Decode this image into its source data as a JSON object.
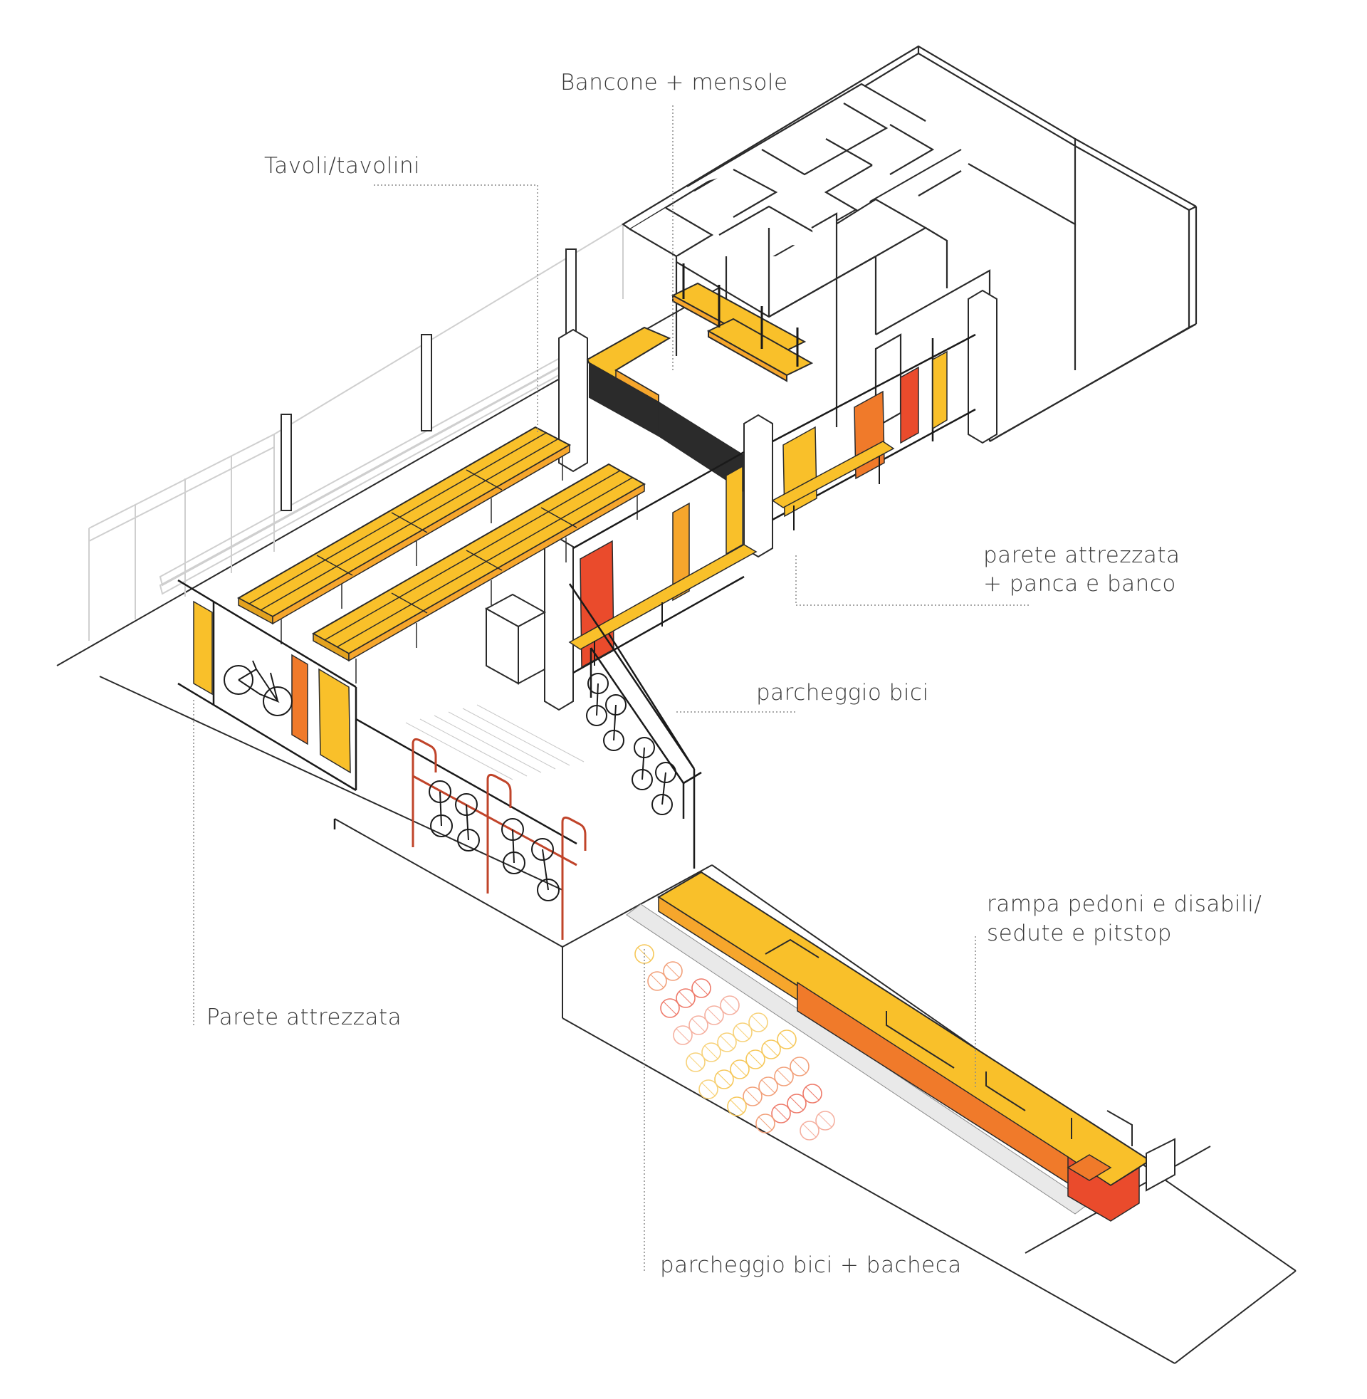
{
  "labels": {
    "bancone": "Bancone + mensole",
    "tavoli": "Tavoli/tavolini",
    "parete_attrezzata_line1": "parete attrezzata",
    "parete_attrezzata_line2": "+ panca e banco",
    "parcheggio_bici": "parcheggio bici",
    "rampa_line1": "rampa pedoni e disabili/",
    "rampa_line2": "sedute e pitstop",
    "parete": "Parete attrezzata",
    "parcheggio_bacheca": "parcheggio bici + bacheca"
  },
  "colors": {
    "yellow": "#f9c02a",
    "amber": "#f6a62c",
    "orange": "#f07a2a",
    "red": "#ea4b2c",
    "charcoal": "#2b2b2b",
    "outline": "#2a2a2a",
    "ghost": "#cfcfcf",
    "leader": "#8a8a8a"
  }
}
